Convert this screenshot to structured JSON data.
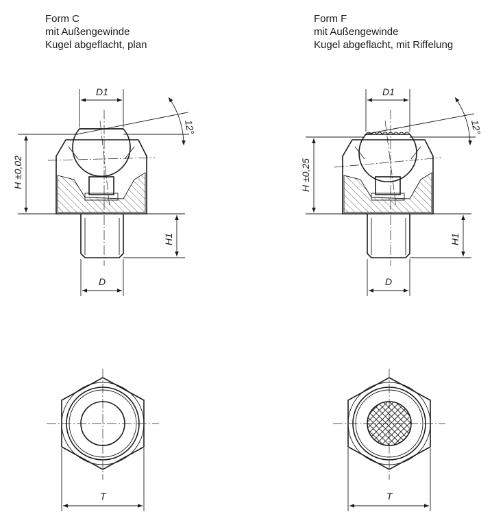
{
  "form_c": {
    "title": "Form C",
    "subtitle": "mit Außengewinde",
    "description": "Kugel abgeflacht, plan",
    "dims": {
      "d1": "D1",
      "angle": "12°",
      "h": "H ±0,02",
      "h1": "H1",
      "d": "D",
      "t": "T"
    }
  },
  "form_f": {
    "title": "Form F",
    "subtitle": "mit Außengewinde",
    "description": "Kugel abgeflacht, mit Riffelung",
    "dims": {
      "d1": "D1",
      "angle": "12°",
      "h": "H ±0,25",
      "h1": "H1",
      "d": "D",
      "t": "T"
    }
  }
}
